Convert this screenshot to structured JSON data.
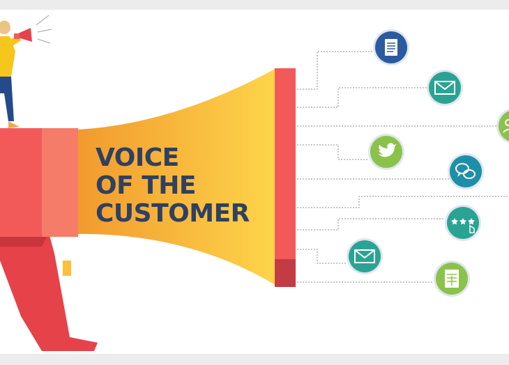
{
  "headline": {
    "line1": "VOICE",
    "line2": "OF THE",
    "line3": "CUSTOMER"
  },
  "channels": [
    {
      "icon": "document-icon",
      "color": "#2c5aa0"
    },
    {
      "icon": "mail-icon",
      "color": "#2ba394"
    },
    {
      "icon": "user-icon",
      "color": "#8bc34a"
    },
    {
      "icon": "twitter-icon",
      "color": "#8bc34a"
    },
    {
      "icon": "chat-icon",
      "color": "#1e8fa8"
    },
    {
      "icon": "rating-stars-icon",
      "color": "#2ba394"
    },
    {
      "icon": "mail-icon",
      "color": "#2ba394"
    },
    {
      "icon": "form-icon",
      "color": "#8bc34a"
    }
  ],
  "colors": {
    "megaphone_cone": "#fbc13a",
    "megaphone_body": "#f25a5a",
    "handle": "#e5424a",
    "text": "#2f4060"
  }
}
